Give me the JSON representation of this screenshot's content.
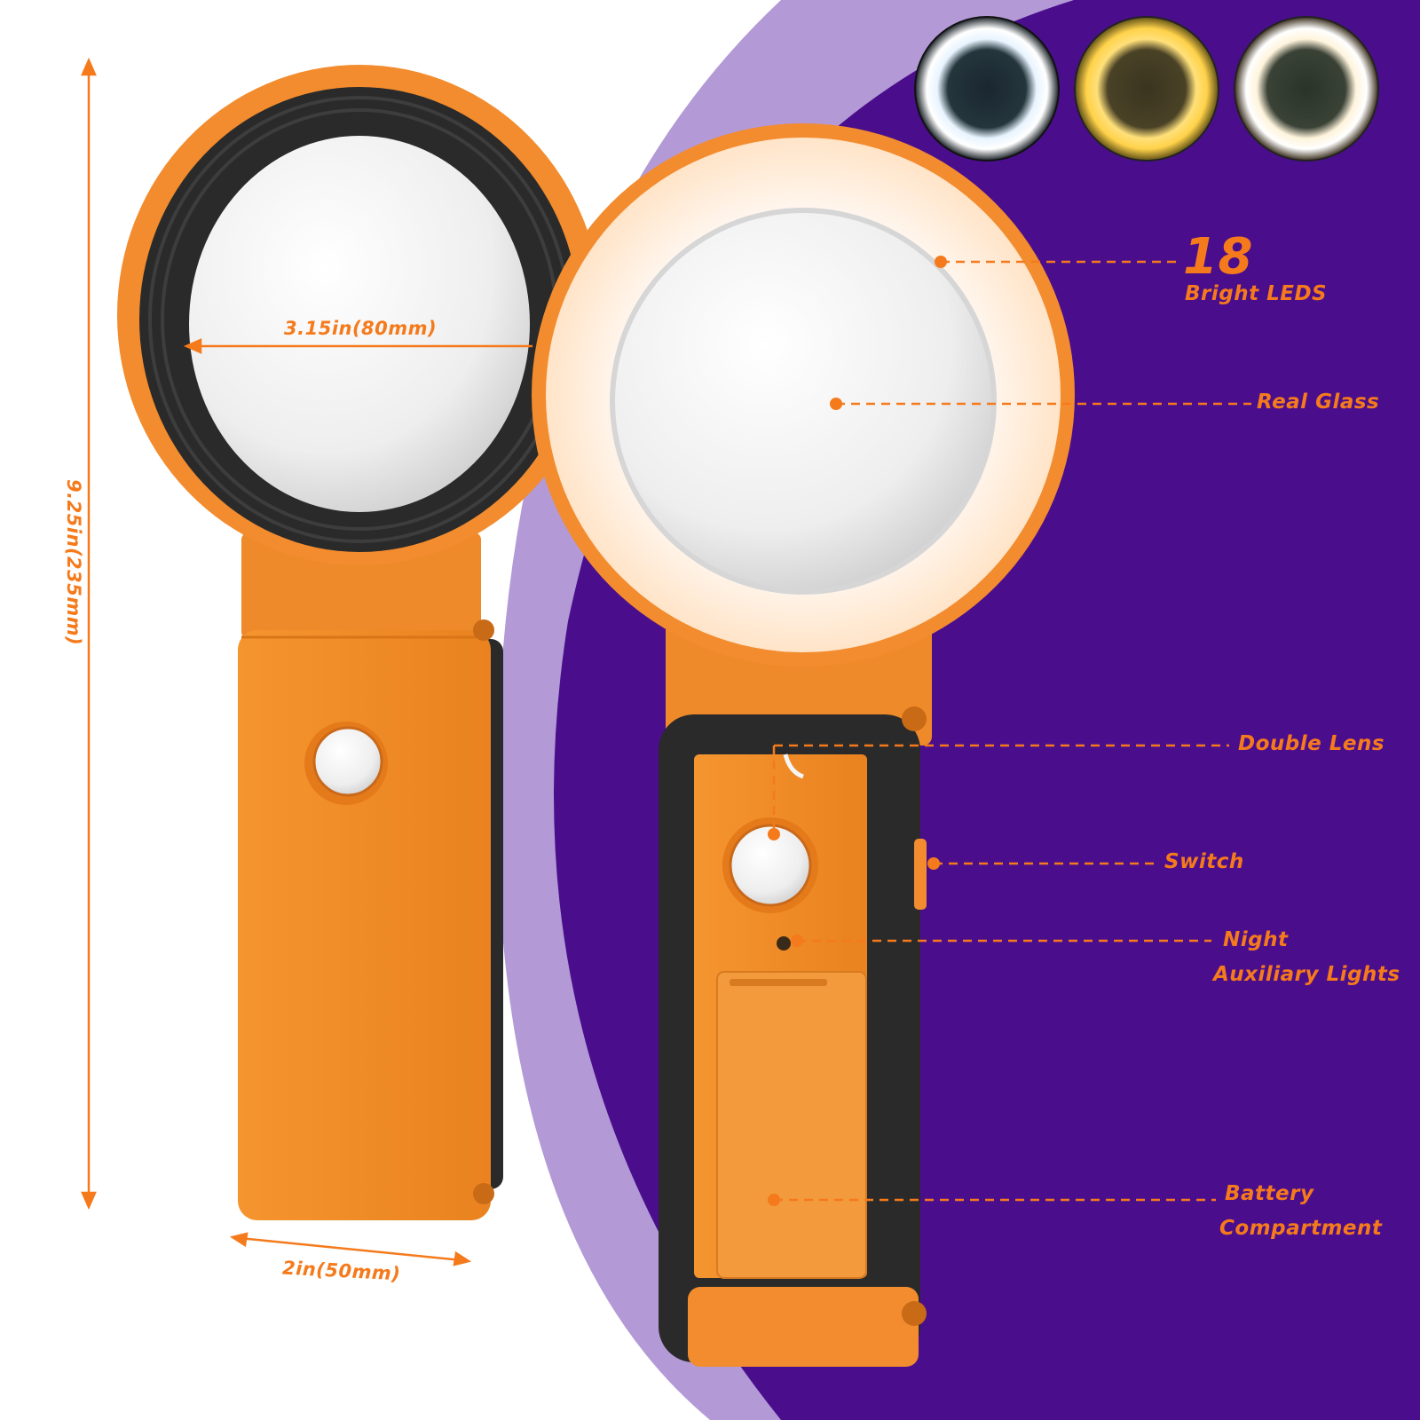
{
  "dimensions": {
    "height": "9.25in(235mm)",
    "lens_diameter": "3.15in(80mm)",
    "handle_width": "2in(50mm)"
  },
  "features": {
    "led_count": "18",
    "led_text": "Bright LEDS",
    "real_glass": "Real Glass",
    "double_lens": "Double Lens",
    "switch": "Switch",
    "night_line1": "Night",
    "night_line2": "Auxiliary Lights",
    "battery_line1": "Battery",
    "battery_line2": "Compartment"
  },
  "light_modes": [
    "white",
    "warm",
    "neutral"
  ],
  "colors": {
    "accent": "#f57a1c",
    "product_orange": "#f28c2e",
    "purple": "#4a0e8c",
    "lavender": "#b39ad6",
    "black": "#2a2a2a"
  }
}
